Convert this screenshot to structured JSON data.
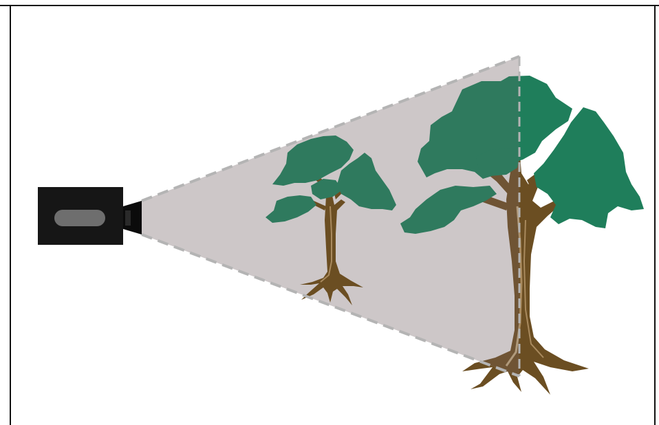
{
  "diagram": {
    "colors": {
      "background": "#ffffff",
      "border": "#111111",
      "camera_body": "#161616",
      "camera_lens": "#0b0b0b",
      "camera_window": "#6e6e6e",
      "view_cone_fill": "#c9c3c4",
      "view_cone_edge": "#b4b4b4",
      "trunk": "#6b4e22",
      "trunk_highlight": "#a98a5e",
      "foliage": "#1f7e5b",
      "foliage_in_view": "#2f7a5e"
    },
    "elements": [
      "camera",
      "view-cone",
      "small-tree",
      "large-tree"
    ]
  }
}
